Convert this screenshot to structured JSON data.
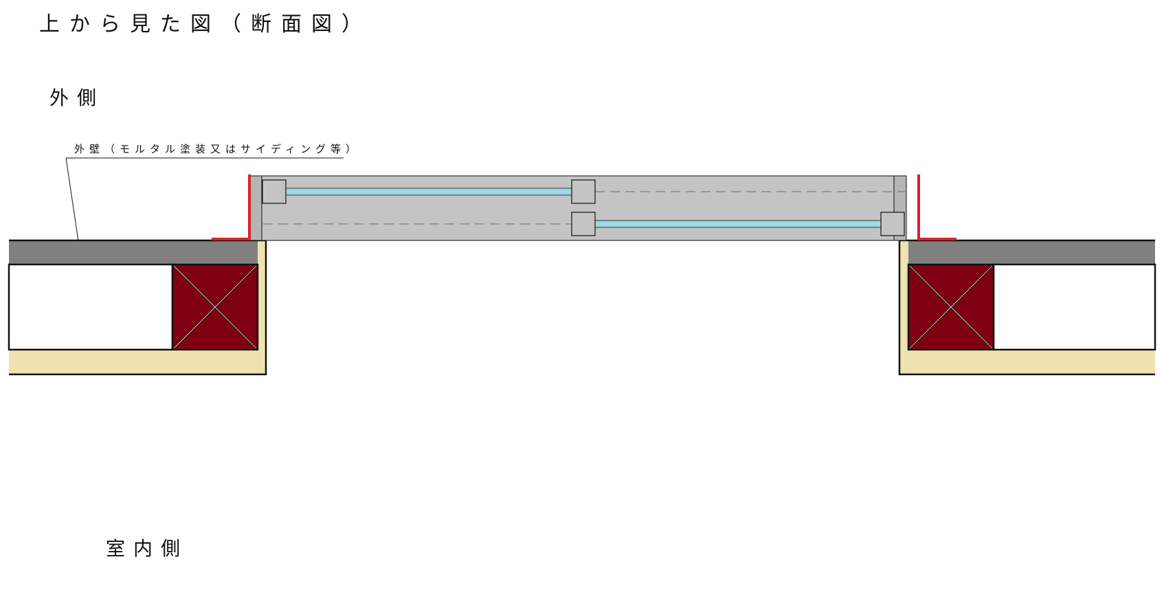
{
  "diagram": {
    "title": "上から見た図（断面図）",
    "labels": {
      "exterior": "外側",
      "interior": "室内側",
      "exterior_wall_callout": "外壁（モルタル塗装又はサイディング等）"
    }
  },
  "colors": {
    "background": "#ffffff",
    "outline": "#111111",
    "exterior_wall_finish": "#808080",
    "sash_frame": "#c4c4c4",
    "sash_dark": "#9a9a9a",
    "glass": "#9fd8e6",
    "post_fill": "#800012",
    "interior_finish": "#efe2b1",
    "flashing": "#d9232e",
    "dashed_line": "#7a7a7a"
  }
}
